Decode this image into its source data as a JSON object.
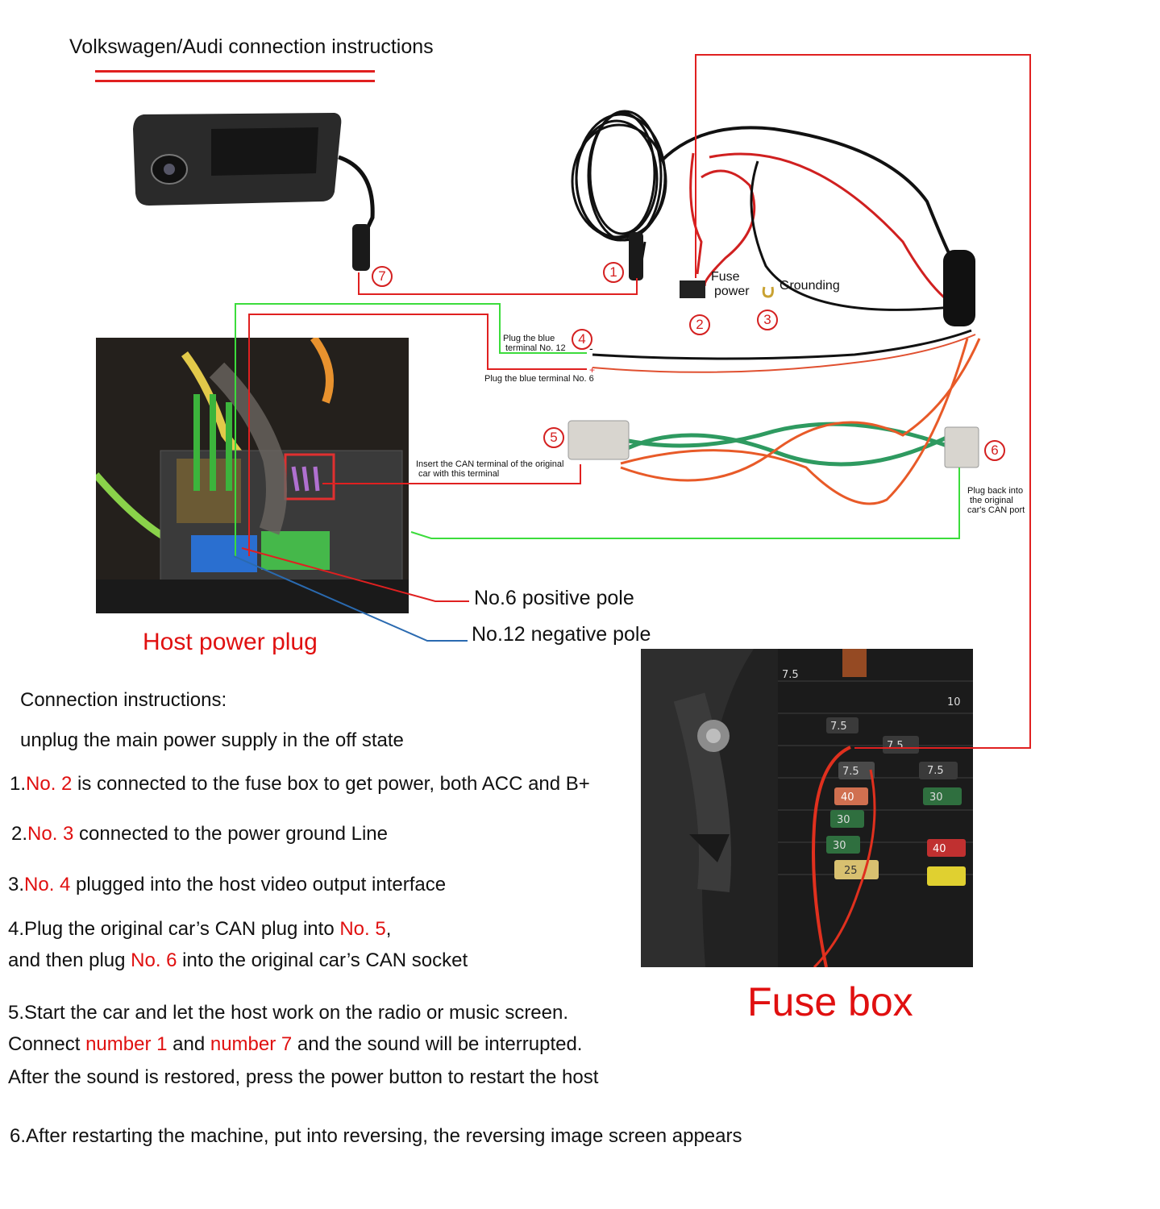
{
  "title": "Volkswagen/Audi connection instructions",
  "markers": {
    "n1": "1",
    "n2": "2",
    "n3": "3",
    "n4": "4",
    "n5": "5",
    "n6": "6",
    "n7": "7"
  },
  "labels": {
    "fuse_power_1": "Fuse",
    "fuse_power_2": "power",
    "grounding": "Grounding",
    "plug_blue_12_line1": "Plug the blue",
    "plug_blue_12_line2": "terminal No. 12",
    "plug_blue_6": "Plug the blue terminal No. 6",
    "minus": "-",
    "plus": "+",
    "insert_can_line1": "Insert the CAN terminal of the original",
    "insert_can_line2": "car with this terminal",
    "plug_back_line1": "Plug back into",
    "plug_back_line2": "the original",
    "plug_back_line3": "car's CAN port",
    "no6_positive": "No.6 positive pole",
    "no12_negative": "No.12 negative pole",
    "host_power_plug": "Host power plug",
    "fuse_box": "Fuse box"
  },
  "fuse_values": [
    "7.5",
    "7.5",
    "7.5",
    "7.5",
    "40",
    "30",
    "30",
    "30",
    "25",
    "40",
    "7.5",
    "10"
  ],
  "instructions": {
    "heading": "Connection instructions:",
    "pre": "unplug the main power supply in the off state",
    "s1_a": "1.",
    "s1_b": "No. 2",
    "s1_c": " is connected to the fuse box to get power, both ACC and B+",
    "s2_a": "2.",
    "s2_b": "No. 3",
    "s2_c": " connected to the power ground Line",
    "s3_a": "3.",
    "s3_b": "No. 4",
    "s3_c": " plugged into the host video output interface",
    "s4_a": "4.Plug the original car’s CAN plug into ",
    "s4_b": "No. 5",
    "s4_c": ",",
    "s4_d": "and then plug ",
    "s4_e": "No. 6",
    "s4_f": " into the original car’s CAN socket",
    "s5_line1": "5.Start the car and let the host work on the radio or music screen.",
    "s5_a": "Connect ",
    "s5_b": "number 1",
    "s5_c": " and ",
    "s5_d": "number 7",
    "s5_e": " and the sound will be interrupted.",
    "s5_line3": "After the sound is restored, press the power button to restart the host",
    "s6": "6.After restarting the machine, put into reversing, the reversing image screen appears"
  },
  "colors": {
    "accent_red": "#e01010",
    "wire_green": "#3cdc3c",
    "wire_blue": "#2a6ab0"
  }
}
